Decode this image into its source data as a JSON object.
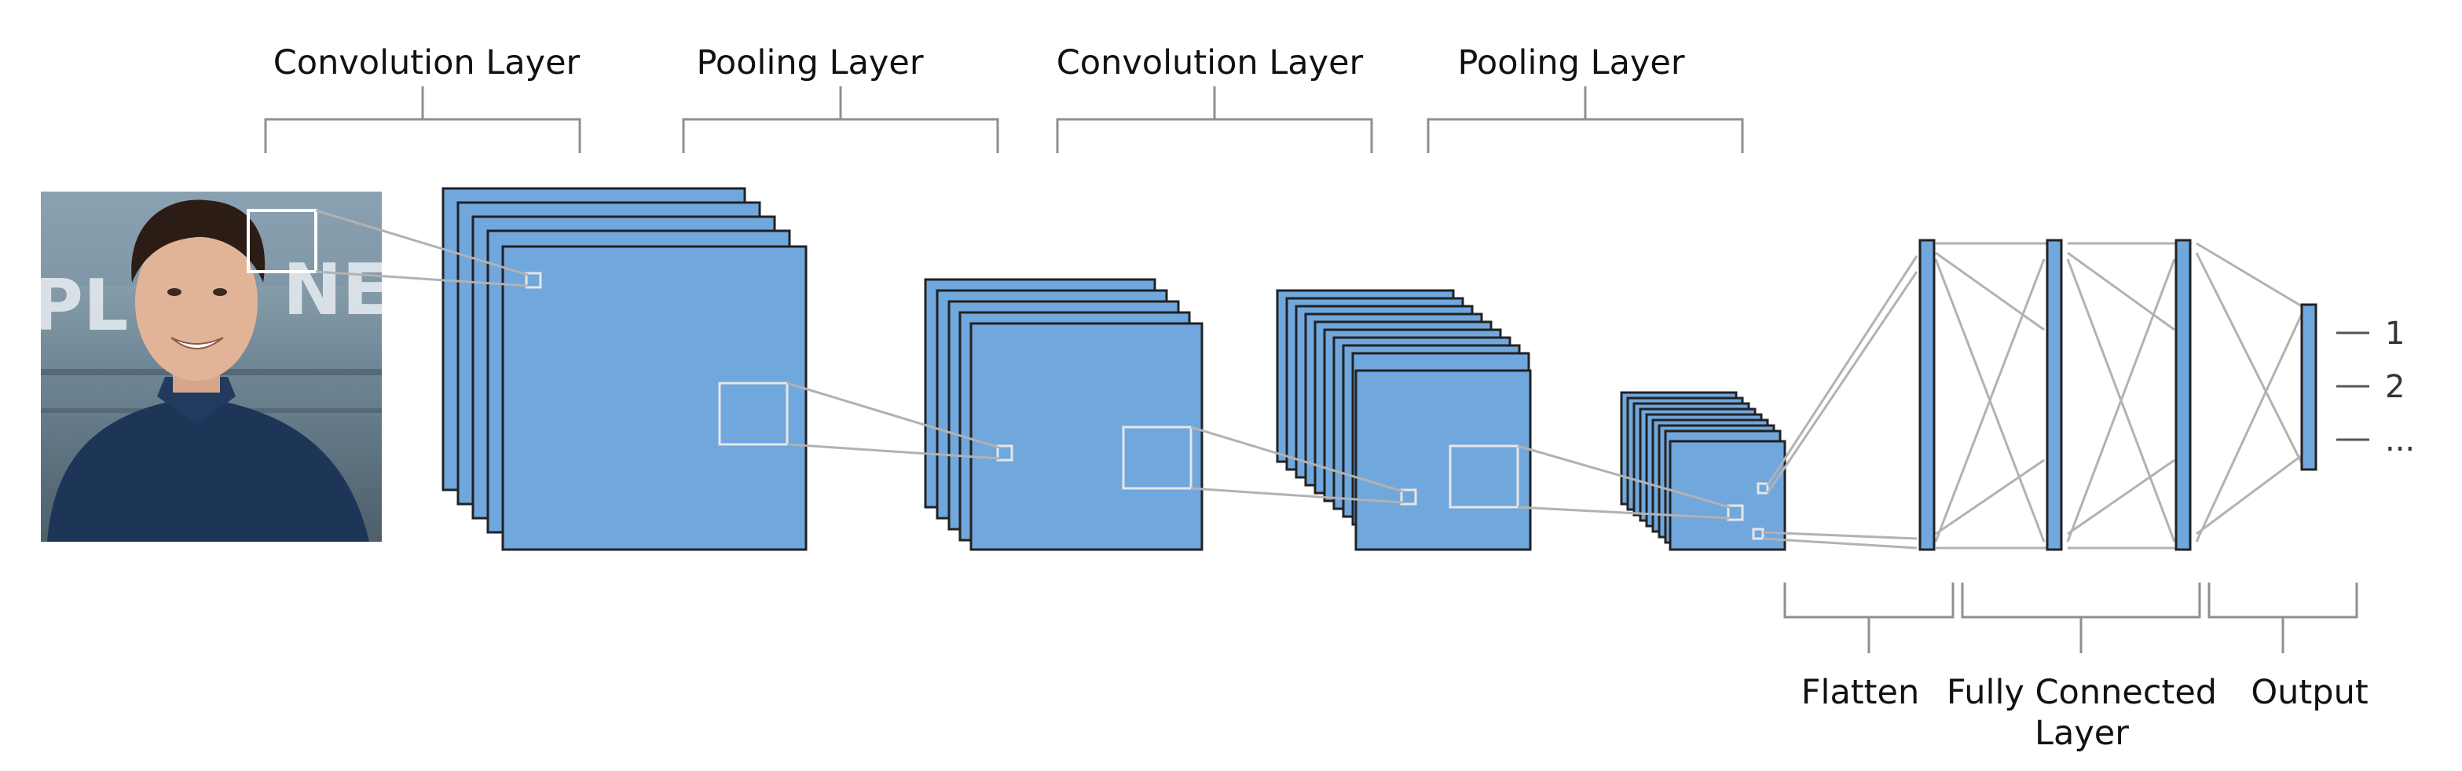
{
  "labels": {
    "conv1": "Convolution Layer",
    "pool1": "Pooling Layer",
    "conv2": "Convolution Layer",
    "pool2": "Pooling Layer",
    "flatten": "Flatten",
    "fc_line1": "Fully Connected",
    "fc_line2": "Layer",
    "output": "Output"
  },
  "output_classes": [
    "1",
    "2",
    "..."
  ],
  "colors": {
    "feature_map_fill": "#70a7dc",
    "outline": "#222222",
    "connector": "#b2b2b2",
    "bracket": "#8f8f8f"
  },
  "input_image": {
    "description_icon": "person-photo-icon"
  }
}
